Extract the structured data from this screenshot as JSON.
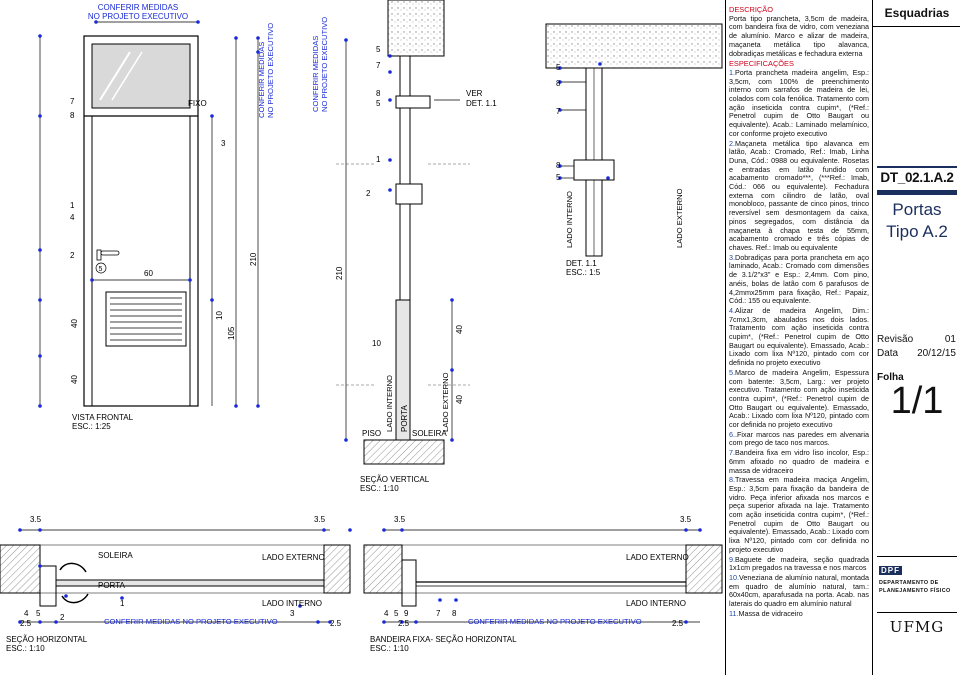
{
  "drawing": {
    "front": {
      "title": "VISTA FRONTAL",
      "scale": "ESC.: 1:25",
      "note_top": [
        "CONFERIR MEDIDAS",
        "NO PROJETO EXECUTIVO"
      ],
      "note_side_1": [
        "CONFERIR MEDIDAS",
        "NO PROJETO EXECUTIVO"
      ],
      "note_side_2": [
        "CONFERIR MEDIDAS",
        "NO PROJETO EXECUTIVO"
      ],
      "fixo": "FIXO",
      "dim_60": "60",
      "dim_10": "10",
      "dim_105": "105",
      "dim_210": "210",
      "dim_40a": "40",
      "dim_40b": "40",
      "dim_3": "3",
      "callouts": {
        "c7": "7",
        "c8": "8",
        "c1": "1",
        "c4": "4",
        "c2": "2",
        "c5": "5"
      }
    },
    "vertical": {
      "title": "SEÇÃO VERTICAL",
      "scale": "ESC.: 1:10",
      "dim_210": "210",
      "dim_10": "10",
      "dim_40a": "40",
      "dim_40b": "40",
      "piso": "PISO",
      "porta": "PORTA",
      "soleira": "SOLEIRA",
      "lado_interno": "LADO INTERNO",
      "lado_externo": "LADO EXTERNO",
      "ver": "VER",
      "det": "DET. 1.1",
      "callouts": {
        "c5": "5",
        "c7": "7",
        "c8": "8",
        "c5b": "5",
        "c1": "1",
        "c2": "2"
      }
    },
    "detail": {
      "title": "DET. 1.1",
      "scale": "ESC.: 1:5",
      "lado_interno": "LADO INTERNO",
      "lado_externo": "LADO EXTERNO",
      "callouts": {
        "c5": "5",
        "c8": "8",
        "c7": "7",
        "c8b": "8",
        "c5b": "5"
      }
    },
    "horizontal": {
      "title": "SEÇÃO HORIZONTAL",
      "scale": "ESC.: 1:10",
      "soleira": "SOLEIRA",
      "porta": "PORTA",
      "lado_externo": "LADO EXTERNO",
      "lado_interno": "LADO INTERNO",
      "conferir": "CONFERIR MEDIDAS NO PROJETO EXECUTIVO",
      "d35a": "3.5",
      "d35b": "3.5",
      "d25a": "2.5",
      "d25b": "2.5",
      "callouts": {
        "c4": "4",
        "c5": "5",
        "c2": "2",
        "c1": "1",
        "c3": "3"
      }
    },
    "fixa": {
      "title": "BANDEIRA FIXA- SEÇÃO HORIZONTAL",
      "scale": "ESC.: 1:10",
      "lado_externo": "LADO EXTERNO",
      "lado_interno": "LADO INTERNO",
      "conferir": "CONFERIR MEDIDAS NO PROJETO EXECUTIVO",
      "d35a": "3.5",
      "d35b": "3.5",
      "d25a": "2.5",
      "d25b": "2.5",
      "callouts": {
        "c4": "4",
        "c5": "5",
        "c9": "9",
        "c7": "7",
        "c8": "8"
      }
    }
  },
  "description": {
    "heading": "DESCRIÇÃO",
    "text": "Porta tipo prancheta, 3,5cm de madeira, com bandeira fixa de vidro, com veneziana de alumínio. Marco e alizar de madeira, maçaneta metálica tipo alavanca, dobradiças metálicas e fechadura externa",
    "spec_heading": "ESPECIFICAÇÕES",
    "items": [
      {
        "n": "1.",
        "t": "Porta prancheta madeira angelim, Esp.: 3,5cm, com 100% de preenchimento interno com sarrafos de madeira de lei, colados com cola fenólica. Tratamento com ação inseticida contra cupim*, (*Ref.: Penetrol cupim de Otto Baugart ou equivalente). Acab.: Laminado melamínico, cor conforme projeto executivo"
      },
      {
        "n": "2.",
        "t": "Maçaneta metálica tipo alavanca em latão, Acab.: Cromado, Ref.: Imab, Linha Duna, Cód.: 0988 ou equivalente. Rosetas e entradas em latão fundido com acabamento cromado***, (***Ref.: Imab, Cód.: 066 ou equivalente). Fechadura externa com cilindro de latão, oval monobloco, passante de cinco pinos, trinco reversível sem desmontagem da caixa, pinos segregados, com distância da maçaneta à chapa testa de 55mm, acabamento cromado e três cópias de chaves. Ref.: Imab ou equivalente"
      },
      {
        "n": "3.",
        "t": "Dobradiças para porta prancheta em aço laminado, Acab.: Cromado com dimensões de 3.1/2\"x3\" e Esp.: 2,4mm. Com pino, anéis, bolas de latão com 6 parafusos de 4,2mmx25mm para fixação, Ref.: Papaiz, Cód.: 155 ou equivalente."
      },
      {
        "n": "4.",
        "t": "Alizar de madeira Angelim, Dim.: 7cmx1,3cm, abaulados nos dois lados. Tratamento com ação inseticida contra cupim*, (*Ref.: Penetrol cupim de Otto Baugart ou equivalente). Emassado, Acab.: Lixado com lixa Nº120, pintado com cor definida no projeto executivo"
      },
      {
        "n": "5.",
        "t": "Marco de madeira Angelim, Espessura com batente: 3,5cm, Larg.: ver projeto executivo. Tratamento com ação inseticida contra cupim*, (*Ref.: Penetrol cupim de Otto Baugart ou equivalente). Emassado, Acab.: Lixado com lixa Nº120, pintado com cor definida no projeto executivo"
      },
      {
        "n": "6.",
        "t": ".Fixar marcos nas paredes em alvenaria com prego de taco nos marcos."
      },
      {
        "n": "7.",
        "t": "Bandeira fixa em vidro liso incolor, Esp.: 6mm afixado no quadro de madeira e massa de vidraceiro"
      },
      {
        "n": "8.",
        "t": "Travessa em madeira maciça Angelim, Esp.: 3,5cm para fixação da bandeira de vidro. Peça inferior afixada nos marcos e peça superior afixada na laje. Tratamento com ação inseticida contra cupim*, (*Ref.: Penetrol cupim de Otto Baugart ou equivalente). Emassado, Acab.: Lixado com lixa Nº120, pintado com cor definida no projeto executivo"
      },
      {
        "n": "9.",
        "t": "Baguete de madeira, seção quadrada 1x1cm pregados na travessa e nos marcos"
      },
      {
        "n": "10.",
        "t": "Veneziana de alumínio natural, montada em quadro de alumínio natural, tam.: 60x40cm, aparafusada na porta. Acab. nas laterais do quadro em alumínio natural"
      },
      {
        "n": "11.",
        "t": "Massa de vidraceiro"
      }
    ]
  },
  "titleblock": {
    "header": "Esquadrias",
    "code": "DT_02.1.A.2",
    "name_1": "Portas",
    "name_2": "Tipo A.2",
    "revisao_label": "Revisão",
    "revisao_value": "01",
    "data_label": "Data",
    "data_value": "20/12/15",
    "folha_label": "Folha",
    "folha_value": "1/1",
    "dpf_logo": "DPF",
    "dpf_text_1": "DEPARTAMENTO DE",
    "dpf_text_2": "PLANEJAMENTO FÍSICO",
    "ufmg_logo": "UFMG"
  },
  "colors": {
    "accent_red": "#d0021b",
    "navy": "#1b2f5e",
    "dim_blue": "#1a2bd6"
  }
}
